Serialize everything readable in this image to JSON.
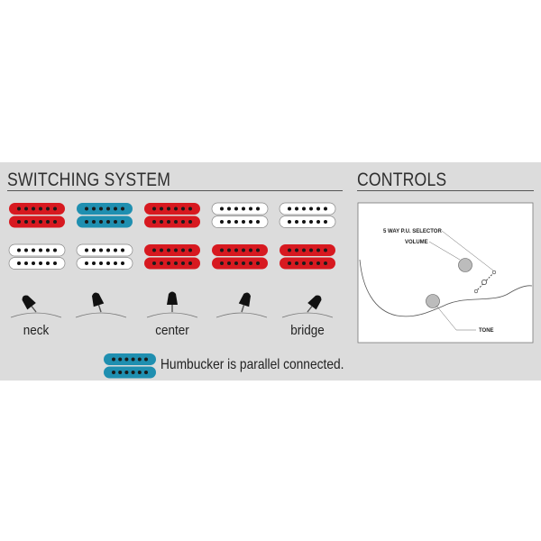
{
  "switching": {
    "title": "SWITCHING SYSTEM",
    "positions": [
      {
        "label": "neck",
        "pickups": [
          "red",
          "white"
        ],
        "parallel": [
          false,
          false
        ]
      },
      {
        "label": "",
        "pickups": [
          "blue",
          "white"
        ],
        "parallel": [
          true,
          false
        ]
      },
      {
        "label": "center",
        "pickups": [
          "red",
          "red"
        ],
        "parallel": [
          false,
          false
        ]
      },
      {
        "label": "",
        "pickups": [
          "white",
          "red"
        ],
        "parallel": [
          false,
          false
        ]
      },
      {
        "label": "bridge",
        "pickups": [
          "white",
          "red"
        ],
        "parallel": [
          false,
          false
        ]
      }
    ],
    "legend_text": "Humbucker is parallel connected."
  },
  "controls": {
    "title": "CONTROLS",
    "selector_label": "5 WAY P.U. SELECTOR",
    "volume_label": "VOLUME",
    "tone_label": "TONE"
  },
  "colors": {
    "red": "#d71920",
    "blue": "#1f8fb0",
    "white": "#ffffff",
    "panel": "#dcdcdc",
    "text": "#2f2f2f"
  }
}
